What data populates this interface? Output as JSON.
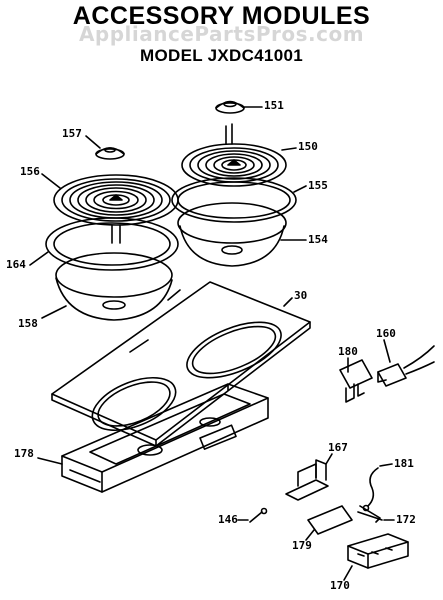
{
  "header": {
    "title": "ACCESSORY MODULES",
    "model": "MODEL JXDC41001",
    "watermark": "AppliancePartsPros.com"
  },
  "callouts": {
    "c151": "151",
    "c157": "157",
    "c150": "150",
    "c156": "156",
    "c155": "155",
    "c154": "154",
    "c164": "164",
    "c158": "158",
    "c30": "30",
    "c160": "160",
    "c180": "180",
    "c178": "178",
    "c167": "167",
    "c181": "181",
    "c172": "172",
    "c146": "146",
    "c179": "179",
    "c170": "170"
  }
}
